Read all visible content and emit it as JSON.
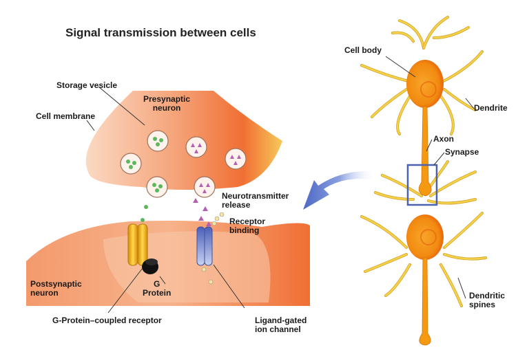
{
  "title": "Signal transmission between cells",
  "labels": {
    "storage_vesicle": "Storage vesicle",
    "cell_membrane": "Cell membrane",
    "presynaptic_neuron": [
      "Presynaptic",
      "neuron"
    ],
    "neurotransmitter_release": [
      "Neurotransmitter",
      "release"
    ],
    "receptor_binding": [
      "Receptor",
      "binding"
    ],
    "postsynaptic_neuron": [
      "Postsynaptic",
      "neuron"
    ],
    "g_protein": [
      "G",
      "Protein"
    ],
    "gpcr": "G-Protein–coupled receptor",
    "ligand_gated": [
      "Ligand-gated",
      "ion channel"
    ],
    "cell_body": "Cell body",
    "dendrite": "Dendrite",
    "axon": "Axon",
    "synapse": "Synapse",
    "dendritic_spines": [
      "Dendritic",
      "spines"
    ]
  },
  "colors": {
    "cell_orange": "#f0743a",
    "cell_light": "#fbd2b8",
    "neuron_body": "#f59a10",
    "dendrite_yellow": "#f5d34a",
    "vesicle_green": "#5cb85c",
    "neurotransmitter_purple": "#b45fb4",
    "gpcr_gold": "#f2b21a",
    "ion_channel_blue": "#5a6fc0",
    "arrow_blue": "#5b75c9",
    "synapse_box": "#4a62b0"
  }
}
